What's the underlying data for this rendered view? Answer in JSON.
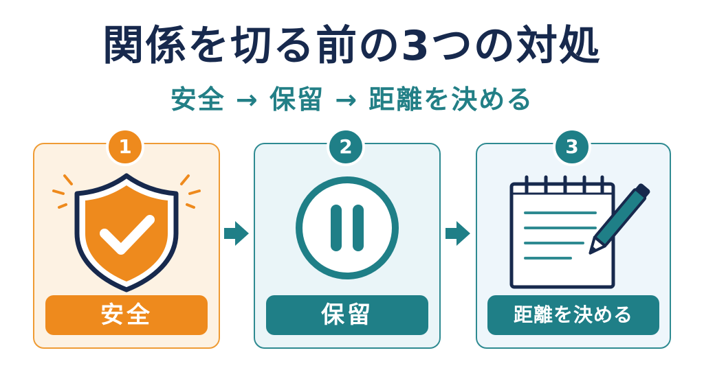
{
  "title": "関係を切る前の3つの対処",
  "subtitle": "安全 → 保留 → 距離を決める",
  "colors": {
    "navy": "#17294d",
    "teal": "#1f7f87",
    "orange": "#ee8a1d"
  },
  "steps": [
    {
      "number": "1",
      "label": "安全",
      "icon": "shield-check-icon"
    },
    {
      "number": "2",
      "label": "保留",
      "icon": "pause-icon"
    },
    {
      "number": "3",
      "label": "距離を決める",
      "icon": "notepad-pencil-icon"
    }
  ]
}
